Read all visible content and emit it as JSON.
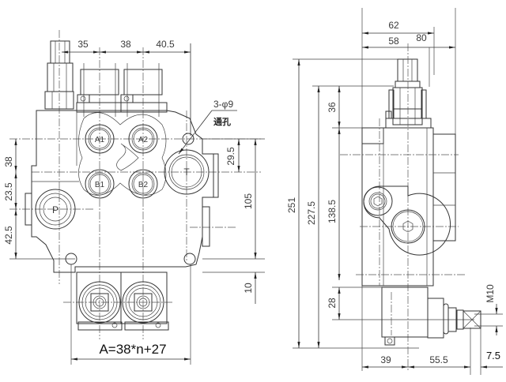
{
  "drawing": {
    "front_view": {
      "top_dims": [
        "35",
        "38",
        "40.5"
      ],
      "left_dims": [
        "38",
        "23.5",
        "42.5"
      ],
      "right_dims": [
        "29.5",
        "105",
        "10"
      ],
      "ports": [
        "A1",
        "A2",
        "B1",
        "B2",
        "P",
        "T"
      ],
      "hole_callout": "3-φ9",
      "hole_note": "通孔",
      "formula": "A=38*n+27"
    },
    "side_view": {
      "top_dims": [
        "62",
        "58",
        "80"
      ],
      "vertical_dims": [
        "251",
        "227.5",
        "138.5",
        "36",
        "28"
      ],
      "bottom_dims": [
        "39",
        "55.5",
        "7.5"
      ],
      "thread_label": "M10"
    }
  }
}
